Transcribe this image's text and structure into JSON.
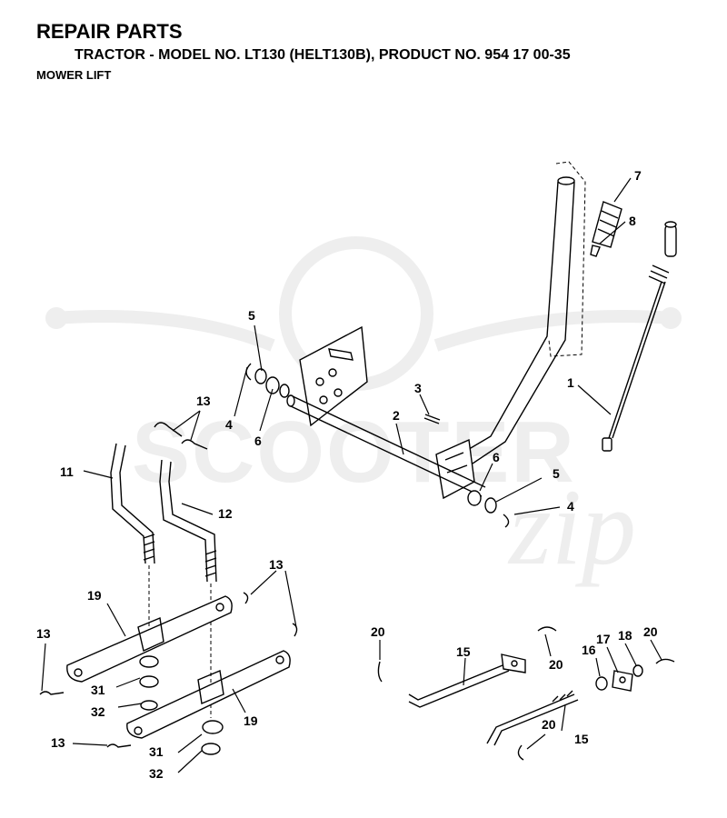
{
  "header": {
    "title": "REPAIR PARTS",
    "subtitle": "TRACTOR - MODEL NO. LT130 (HELT130B), PRODUCT NO. 954 17 00-35",
    "section": "MOWER LIFT"
  },
  "watermark": {
    "word": "SCOOTER",
    "suffix": "zip",
    "color": "#eeeeee"
  },
  "callouts": {
    "c1": "1",
    "c2": "2",
    "c3": "3",
    "c4a": "4",
    "c4b": "4",
    "c5a": "5",
    "c5b": "5",
    "c6a": "6",
    "c6b": "6",
    "c7": "7",
    "c8": "8",
    "c11": "11",
    "c12": "12",
    "c13a": "13",
    "c13b": "13",
    "c13c": "13",
    "c13d": "13",
    "c15a": "15",
    "c15b": "15",
    "c16": "16",
    "c17": "17",
    "c18": "18",
    "c19a": "19",
    "c19b": "19",
    "c20a": "20",
    "c20b": "20",
    "c20c": "20",
    "c20d": "20",
    "c31a": "31",
    "c31b": "31",
    "c32a": "32",
    "c32b": "32"
  }
}
